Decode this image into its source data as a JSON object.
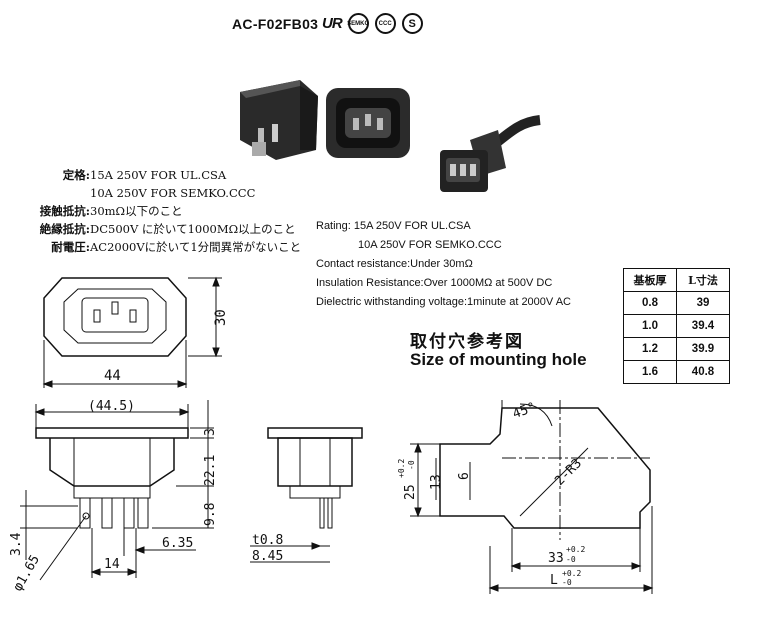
{
  "header": {
    "model": "AC-F02FB03",
    "cert_marks": [
      "UR",
      "SEMKO",
      "CCC",
      "S"
    ]
  },
  "spec_jp": [
    {
      "label": "定格:",
      "value": "15A 250V FOR UL.CSA"
    },
    {
      "label": "",
      "value": "10A 250V FOR SEMKO.CCC"
    },
    {
      "label": "接触抵抗:",
      "value": "30mΩ以下のこと"
    },
    {
      "label": "絶縁抵抗:",
      "value": "DC500V に於いて1000MΩ以上のこと"
    },
    {
      "label": "耐電圧:",
      "value": "AC2000Vに於いて1分間異常がないこと"
    }
  ],
  "spec_en": {
    "rating_1": "Rating: 15A 250V FOR UL.CSA",
    "rating_2": "10A 250V FOR SEMKO.CCC",
    "contact": "Contact resistance:Under 30mΩ",
    "insulation": "Insulation Resistance:Over 1000MΩ at 500V DC",
    "dielectric": "Dielectric withstanding voltage:1minute at 2000V AC"
  },
  "mounting": {
    "title_jp": "取付穴参考図",
    "title_en": "Size of mounting hole"
  },
  "thickness_table": {
    "headers": [
      "基板厚",
      "L寸法"
    ],
    "rows": [
      [
        "0.8",
        "39"
      ],
      [
        "1.0",
        "39.4"
      ],
      [
        "1.2",
        "39.9"
      ],
      [
        "1.6",
        "40.8"
      ]
    ]
  },
  "dims": {
    "front_height": "30",
    "front_width": "44",
    "side_width": "(44.5)",
    "side_top": "3",
    "side_body": "22.1",
    "side_pin": "9.8",
    "pin_offset": "3.4",
    "pin_hole": "φ1.65",
    "pin_pitch": "6.35",
    "pin_span": "14",
    "pin_thick": "t0.8",
    "pin_len": "8.45",
    "hole_angle": "45°",
    "hole_radius": "2-R3",
    "hole_height": "25",
    "hole_height_tol_top": "+0.2",
    "hole_height_tol_bot": "-0",
    "hole_inner": "13",
    "hole_notch": "6",
    "hole_width": "33",
    "hole_width_tol": "+0.2",
    "hole_width_tol_bot": "-0",
    "hole_l": "L",
    "hole_l_tol_top": "+0.2",
    "hole_l_tol_bot": "-0"
  }
}
